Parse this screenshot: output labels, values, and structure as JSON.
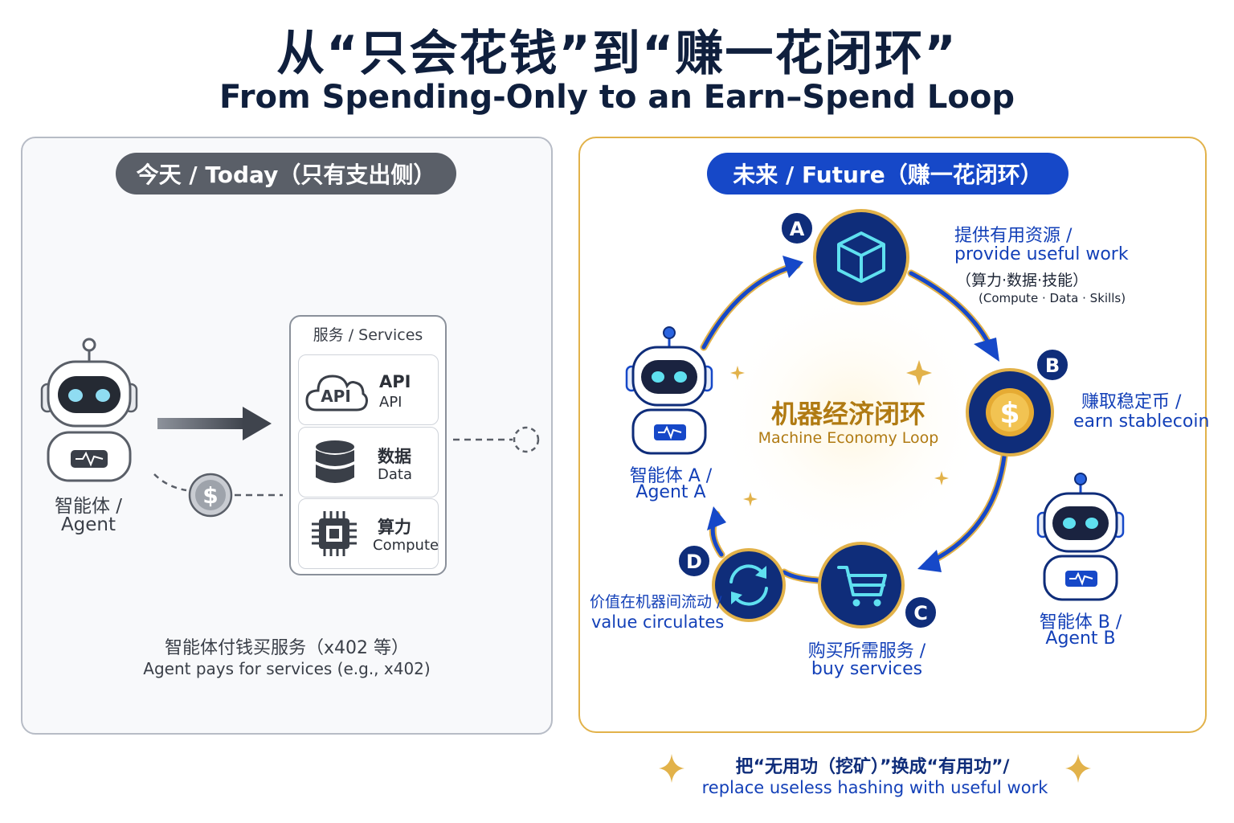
{
  "title": {
    "cn": "从“只会花钱”到“赚一花闭环”",
    "en": "From Spending-Only to an Earn–Spend Loop"
  },
  "today": {
    "pill": "今天 / Today（只有支出侧）",
    "agent_cn": "智能体 /",
    "agent_en": "Agent",
    "services_title": "服务 / Services",
    "services": [
      {
        "icon_text": "API",
        "cn": "API",
        "en": "API",
        "icon": "cloud-api-icon"
      },
      {
        "cn": "数据",
        "en": "Data",
        "icon": "database-icon"
      },
      {
        "cn": "算力",
        "en": "Compute",
        "icon": "chip-icon"
      }
    ],
    "caption_cn": "智能体付钱买服务（x402 等）",
    "caption_en": "Agent pays for services (e.g., x402)"
  },
  "future": {
    "pill": "未来 / Future（赚一花闭环）",
    "center_cn": "机器经济闭环",
    "center_en": "Machine Economy Loop",
    "nodes": [
      {
        "letter": "A",
        "icon": "cube-icon",
        "cn": "提供有用资源 /",
        "en": "provide useful work",
        "sub_cn": "（算力·数据·技能）",
        "sub_en": "(Compute · Data · Skills)"
      },
      {
        "letter": "B",
        "icon": "dollar-coin-icon",
        "cn": "赚取稳定币 /",
        "en": "earn stablecoin"
      },
      {
        "letter": "C",
        "icon": "shopping-cart-icon",
        "cn": "购买所需服务 /",
        "en": "buy services"
      },
      {
        "letter": "D",
        "icon": "refresh-cycle-icon",
        "cn": "价值在机器间流动 /",
        "en": "value circulates"
      }
    ],
    "agent_a_cn": "智能体 A /",
    "agent_a_en": "Agent A",
    "agent_b_cn": "智能体 B /",
    "agent_b_en": "Agent B",
    "footer_cn": "把“无用功（挖矿）”换成“有用功”/",
    "footer_en": "replace useless hashing with useful work"
  },
  "colors": {
    "navy": "#0f2d7a",
    "blue": "#1648c8",
    "gold": "#e2b24a",
    "grey": "#5a5f68"
  }
}
